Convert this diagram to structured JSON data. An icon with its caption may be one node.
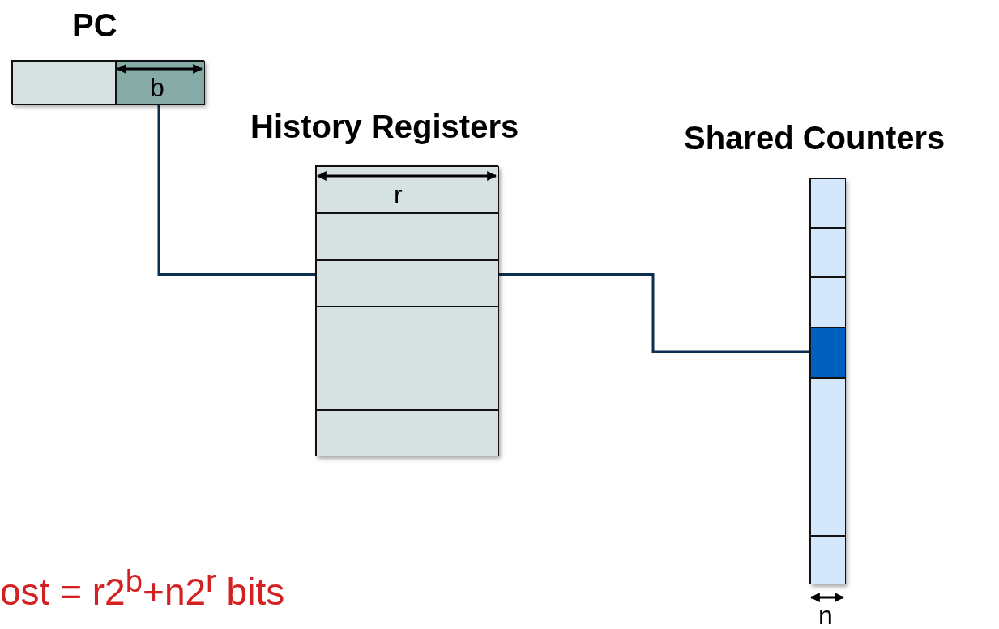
{
  "diagram": {
    "nodes": [
      {
        "text": [
          "PC"
        ]
      },
      {
        "text": [],
        "shape": "box",
        "in": 0
      },
      {
        "text": [],
        "shape": "box",
        "in": 0
      },
      {
        "text": [
          "History Registers"
        ]
      },
      {
        "text": [],
        "shape": "box",
        "in": 3
      },
      {
        "text": [],
        "shape": "box",
        "in": 3
      },
      {
        "text": [],
        "shape": "box",
        "in": 3
      },
      {
        "text": [],
        "shape": "box",
        "in": 3
      },
      {
        "text": [],
        "shape": "box",
        "in": 3
      },
      {
        "text": [
          "Shared Counters"
        ]
      },
      {
        "text": [],
        "shape": "box",
        "in": 9
      },
      {
        "text": [],
        "shape": "box",
        "in": 9
      },
      {
        "text": [],
        "shape": "box",
        "in": 9
      },
      {
        "text": [],
        "shape": "box",
        "in": 9
      },
      {
        "text": [],
        "shape": "box",
        "in": 9
      },
      {
        "text": [],
        "shape": "box",
        "in": 9
      }
    ],
    "edges": [
      {
        "from": 2,
        "to": 6,
        "arrow": "none"
      },
      {
        "from": 6,
        "to": 13,
        "arrow": "none"
      }
    ],
    "labels": [
      "b",
      "r",
      "ost = r2$^{b}$+n2$^{r}$ bits",
      "n"
    ]
  }
}
